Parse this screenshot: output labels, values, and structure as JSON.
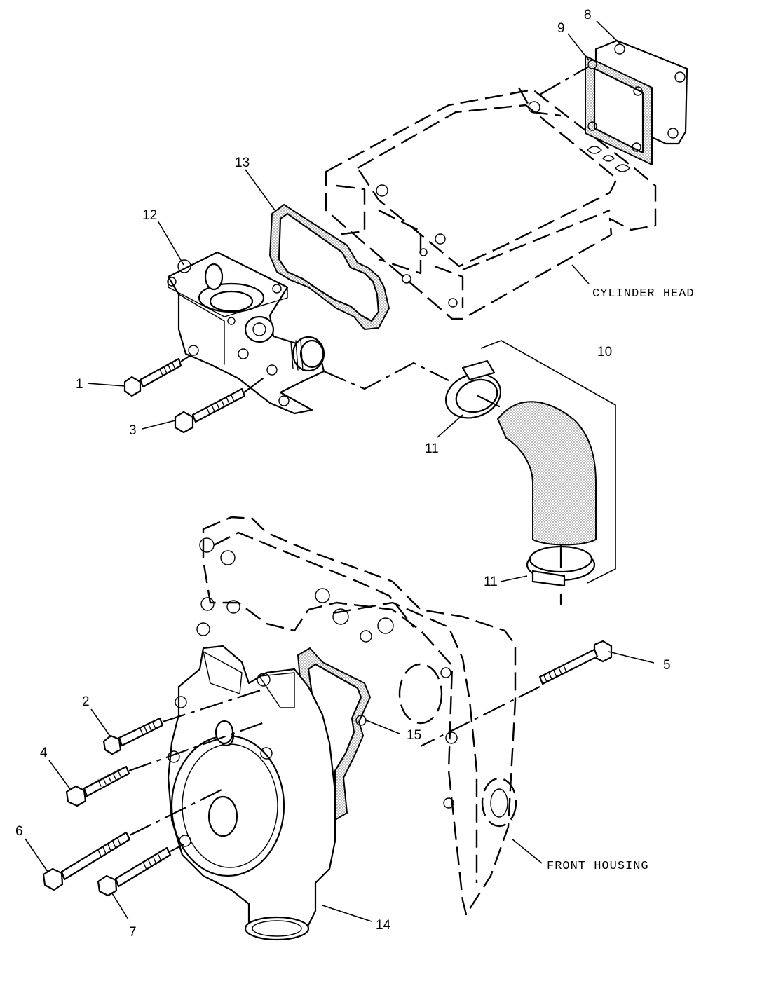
{
  "callouts": {
    "c1": "1",
    "c2": "2",
    "c3": "3",
    "c4": "4",
    "c5": "5",
    "c6": "6",
    "c7": "7",
    "c8": "8",
    "c9": "9",
    "c10": "10",
    "c11a": "11",
    "c11b": "11",
    "c12": "12",
    "c13": "13",
    "c14": "14",
    "c15": "15"
  },
  "labels": {
    "cylinder_head": "CYLINDER HEAD",
    "front_housing": "FRONT HOUSING"
  }
}
